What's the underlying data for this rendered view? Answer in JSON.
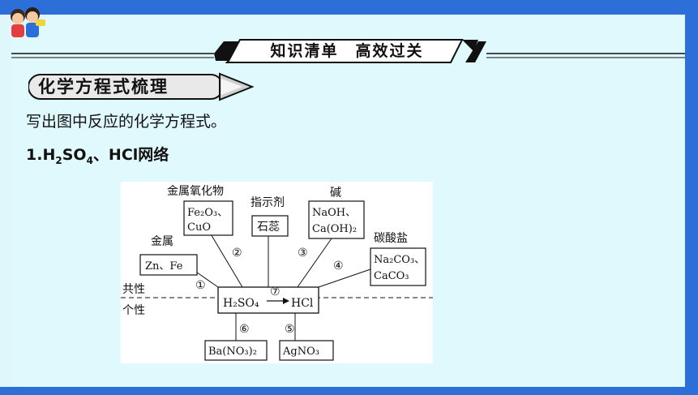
{
  "header": {
    "title": "知识清单　高效过关"
  },
  "section": {
    "title": "化学方程式梳理"
  },
  "instruction": "写出图中反应的化学方程式。",
  "subtitle": {
    "num": "1.",
    "text_prefix": "H",
    "sub1": "2",
    "mid1": "SO",
    "sub2": "4",
    "suffix": "、HCl网络"
  },
  "diagram": {
    "labels": {
      "metal_oxide": "金属氧化物",
      "indicator": "指示剂",
      "base": "碱",
      "metal": "金属",
      "carbonate": "碳酸盐",
      "common": "共性",
      "individual": "个性"
    },
    "boxes": {
      "metal_oxide": [
        "Fe₂O₃、",
        "CuO"
      ],
      "indicator": "石蕊",
      "base": [
        "NaOH、",
        "Ca(OH)₂"
      ],
      "metal": "Zn、Fe",
      "carbonate": [
        "Na₂CO₃、",
        "CaCO₃"
      ],
      "center_left": "H₂SO₄",
      "center_right": "HCl",
      "barium": "Ba(NO₃)₂",
      "silver": "AgNO₃"
    },
    "numbers": [
      "①",
      "②",
      "③",
      "④",
      "⑤",
      "⑥",
      "⑦"
    ]
  },
  "colors": {
    "frame_blue": "#2d6fd8",
    "background": "#dff9fc"
  }
}
